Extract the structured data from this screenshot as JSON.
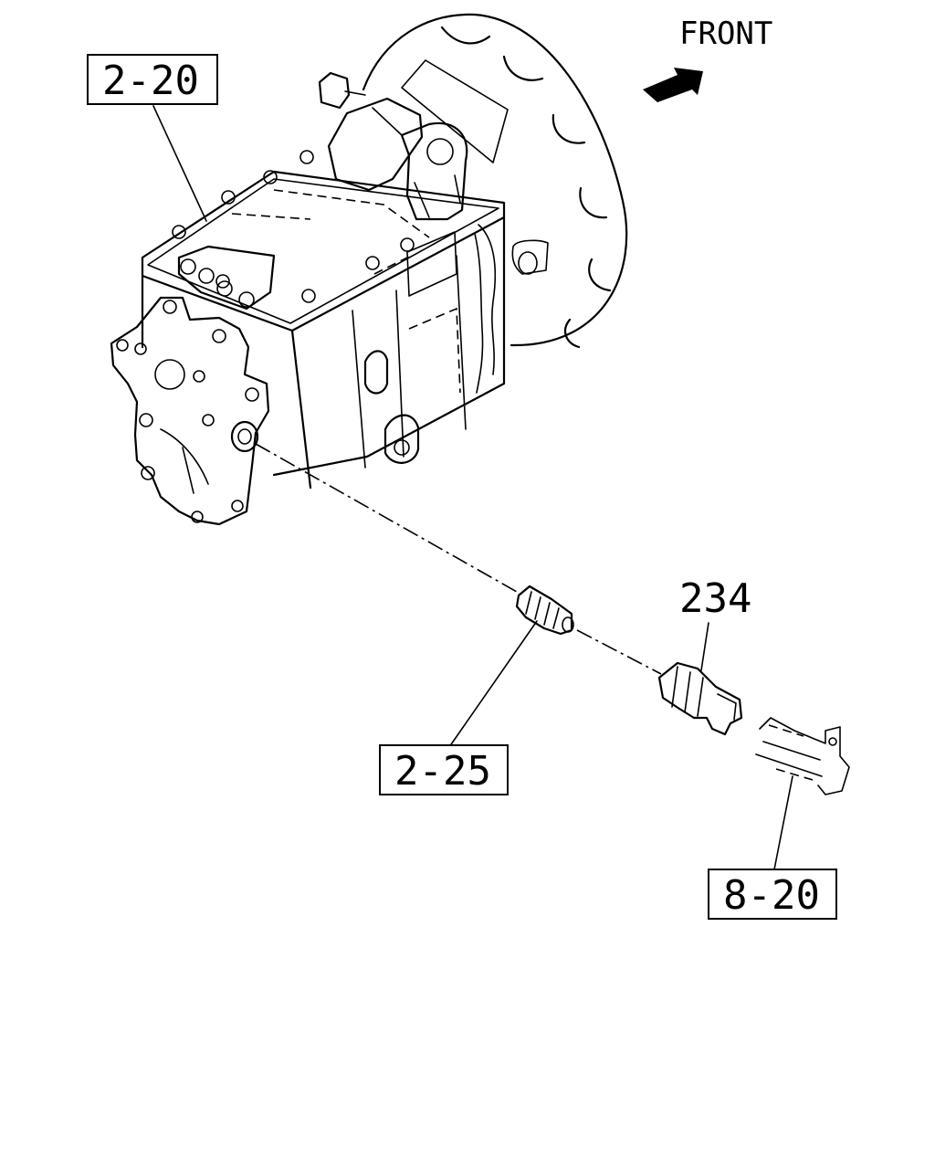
{
  "diagram": {
    "front_label": "FRONT",
    "callouts": {
      "transmission_ref": "2-20",
      "adapter_ref": "2-25",
      "switch_part": "234",
      "bracket_ref": "8-20"
    }
  },
  "icons": {
    "front_arrow": "arrow-right-icon"
  }
}
